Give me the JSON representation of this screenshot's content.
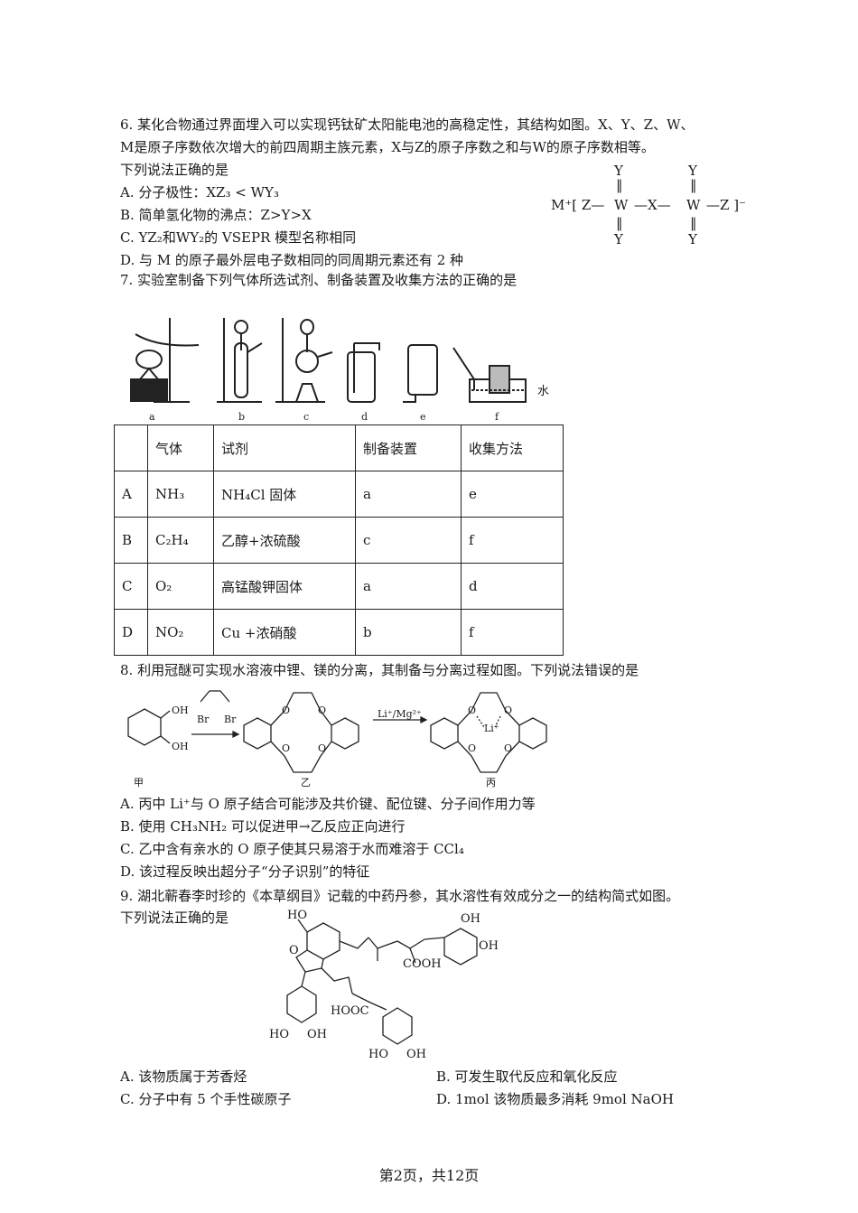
{
  "q6": {
    "stem1": "6. 某化合物通过界面埋入可以实现钙钛矿太阳能电池的高稳定性，其结构如图。X、Y、Z、W、",
    "stem2": "M是原子序数依次增大的前四周期主族元素，X与Z的原子序数之和与W的原子序数相等。",
    "stem3": "下列说法正确的是",
    "optA": "A. 分子极性：XZ₃ < WY₃",
    "optB": "B. 简单氢化物的沸点：Z>Y>X",
    "optC": "C. YZ₂和WY₂的 VSEPR 模型名称相同",
    "optD": "D. 与 M 的原子最外层电子数相同的同周期元素还有 2 种",
    "structure": {
      "left": "M⁺[ Z—",
      "w1": "W",
      "x": "—X—",
      "w2": "W",
      "right": "—Z ]⁻",
      "y": "Y",
      "dbl": "‖"
    }
  },
  "q7": {
    "stem": "7. 实验室制备下列气体所选试剂、制备装置及收集方法的正确的是",
    "apparatus_labels": [
      "a",
      "b",
      "c",
      "d",
      "e",
      "f"
    ],
    "water_label": "水",
    "headers": [
      "",
      "气体",
      "试剂",
      "制备装置",
      "收集方法"
    ],
    "rows": [
      [
        "A",
        "NH₃",
        "NH₄Cl 固体",
        "a",
        "e"
      ],
      [
        "B",
        "C₂H₄",
        "乙醇+浓硫酸",
        "c",
        "f"
      ],
      [
        "C",
        "O₂",
        "高锰酸钾固体",
        "a",
        "d"
      ],
      [
        "D",
        "NO₂",
        "Cu +浓硝酸",
        "b",
        "f"
      ]
    ]
  },
  "q8": {
    "stem": "8. 利用冠醚可实现水溶液中锂、镁的分离，其制备与分离过程如图。下列说法错误的是",
    "oh": "OH",
    "br": "Br",
    "o": "O",
    "li": "Li⁺",
    "arrow_label": "Li⁺/Mg²⁺",
    "labels": [
      "甲",
      "乙",
      "丙"
    ],
    "optA": "A. 丙中 Li⁺与 O 原子结合可能涉及共价键、配位键、分子间作用力等",
    "optB": "B. 使用 CH₃NH₂ 可以促进甲→乙反应正向进行",
    "optC": "C. 乙中含有亲水的 O 原子使其只易溶于水而难溶于 CCl₄",
    "optD": "D. 该过程反映出超分子“分子识别”的特征"
  },
  "q9": {
    "stem1": "9. 湖北蕲春李时珍的《本草纲目》记载的中药丹参，其水溶性有效成分之一的结构简式如图。",
    "stem2": "下列说法正确的是",
    "groups": {
      "ho": "HO",
      "oh": "OH",
      "cooh": "COOH",
      "hooc": "HOOC",
      "o": "O"
    },
    "optA": "A. 该物质属于芳香烃",
    "optB": "B. 可发生取代反应和氧化反应",
    "optC": "C. 分子中有 5 个手性碳原子",
    "optD": "D. 1mol 该物质最多消耗 9mol NaOH"
  },
  "footer": "第2页，共12页"
}
